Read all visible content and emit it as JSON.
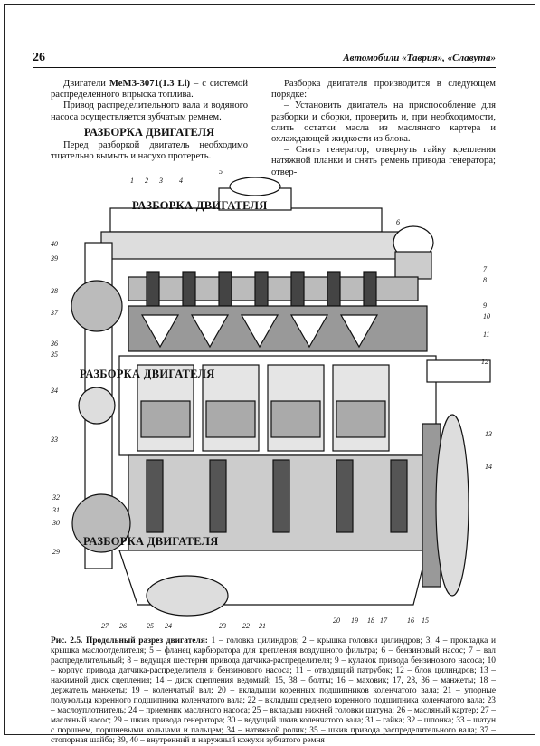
{
  "header": {
    "page_number": "26",
    "running_title": "Автомобили «Таврия», «Славута»"
  },
  "left_column": {
    "paragraph_1_prefix": "Двигатели ",
    "paragraph_1_bold": "МеМЗ-3071(1.3 Li)",
    "paragraph_1_suffix": " – с системой распределённого впрыска топлива.",
    "paragraph_2": "Привод распределительного вала и водяного насоса осуществляется зубчатым ремнем.",
    "heading": "РАЗБОРКА ДВИГАТЕЛЯ",
    "paragraph_3": "Перед разборкой двигатель необходимо тщательно вымыть и насухо протереть."
  },
  "right_column": {
    "paragraph_1": "Разборка двигателя производится в следующем порядке:",
    "paragraph_2": "– Установить двигатель на приспособление для разборки и сборки, проверить и, при необходимости, слить остатки масла из масляного картера и охлаждающей жидкости из блока.",
    "paragraph_3": "– Снять генератор, отвернуть гайку крепления натяжной планки и снять ремень привода генератора; отвер-"
  },
  "side_headings": {
    "heading_1": "РАЗБОРКА ДВИГАТЕЛЯ",
    "heading_2": "РАЗБОРКА ДВИГАТЕЛЯ",
    "heading_3": "РАЗБОРКА ДВИГАТЕЛЯ"
  },
  "figure": {
    "callouts_top": [
      "1",
      "2",
      "3",
      "4",
      "5"
    ],
    "callouts_right": [
      "6",
      "7",
      "8",
      "9",
      "10",
      "11",
      "12",
      "13",
      "14"
    ],
    "callouts_bottom": [
      "27",
      "26",
      "25",
      "24",
      "23",
      "22",
      "21",
      "20",
      "19",
      "18",
      "17",
      "16",
      "15"
    ],
    "callouts_left": [
      "40",
      "39",
      "38",
      "37",
      "36",
      "35",
      "34",
      "33",
      "32",
      "31",
      "30",
      "29"
    ],
    "caption_lead": "Рис. 2.5. Продольный разрез двигателя:",
    "caption_text": " 1 – головка цилиндров; 2 – крышка головки цилиндров; 3, 4 – прокладка и крышка маслоотделителя; 5 – фланец карбюратора для крепления воздушного фильтра; 6 – бензиновый насос; 7 – вал распределительный; 8 – ведущая шестерня привода датчика-распределителя; 9 – кулачок привода бензинового насоса; 10 – корпус привода датчика-распределителя и бензинового насоса; 11 – отводящий патрубок; 12 – блок цилиндров; 13 – нажимной диск сцепления; 14 – диск сцепления ведомый; 15, 38 – болты; 16 – маховик; 17, 28, 36 – манжеты; 18 – держатель манжеты; 19 – коленчатый вал; 20 – вкладыши коренных подшипников коленчатого вала; 21 – упорные полукольца коренного подшипника коленчатого вала; 22 – вкладыш среднего коренного подшипника коленчатого вала; 23 – маслоуплотнитель; 24 – приемник масляного насоса; 25 – вкладыш нижней головки шатуна; 26 – масляный картер; 27 – масляный насос; 29 – шкив привода генератора; 30 – ведущий шкив коленчатого вала; 31 – гайка; 32 – шпонка; 33 – шатун с поршнем, поршневыми кольцами и пальцем; 34 – натяжной ролик; 35 – шкив привода распределительного вала; 37 – стопорная шайба; 39, 40 – внутренний и наружный кожухи зубчатого ремня"
  },
  "colors": {
    "ink": "#111111",
    "paper": "#ffffff"
  }
}
